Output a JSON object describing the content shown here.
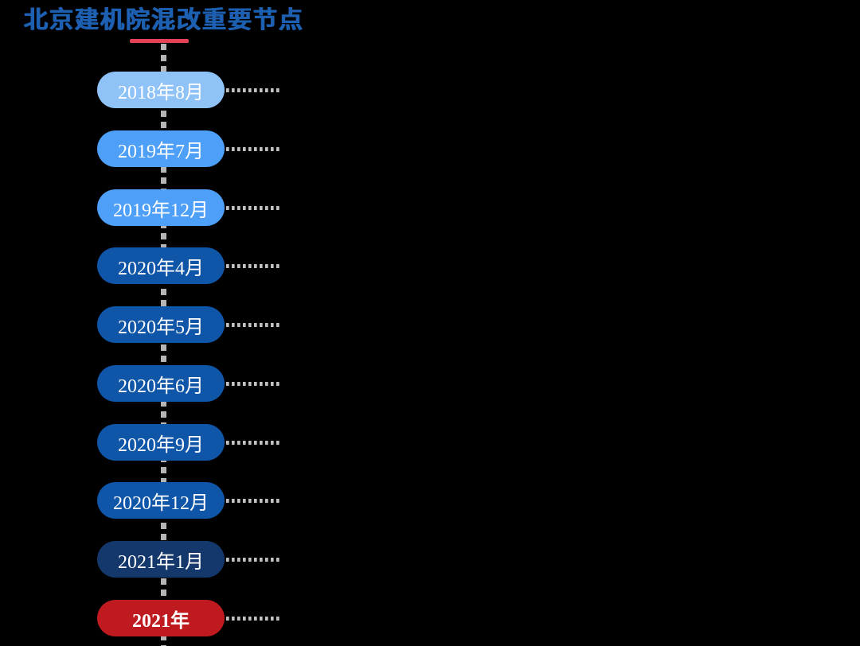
{
  "background_color": "#000000",
  "header": {
    "title": "北京建机院混改重要节点",
    "title_color": "#1d5fb0",
    "underline_color": "#e64257"
  },
  "timeline": {
    "axis_color": "#b5b5b5",
    "connector_color": "#c2c2c2",
    "text_color": "#ffffff",
    "nodes": [
      {
        "label": "2018年8月",
        "color": "#8fc3f8",
        "emphasis": false
      },
      {
        "label": "2019年7月",
        "color": "#4d9ff8",
        "emphasis": false
      },
      {
        "label": "2019年12月",
        "color": "#4d9ff8",
        "emphasis": false
      },
      {
        "label": "2020年4月",
        "color": "#0f55a8",
        "emphasis": false
      },
      {
        "label": "2020年5月",
        "color": "#0f55a8",
        "emphasis": false
      },
      {
        "label": "2020年6月",
        "color": "#0f55a8",
        "emphasis": false
      },
      {
        "label": "2020年9月",
        "color": "#0f55a8",
        "emphasis": false
      },
      {
        "label": "2020年12月",
        "color": "#0f55a8",
        "emphasis": false
      },
      {
        "label": "2021年1月",
        "color": "#14386b",
        "emphasis": false
      },
      {
        "label": "2021年",
        "color": "#be1a20",
        "emphasis": true
      }
    ]
  }
}
